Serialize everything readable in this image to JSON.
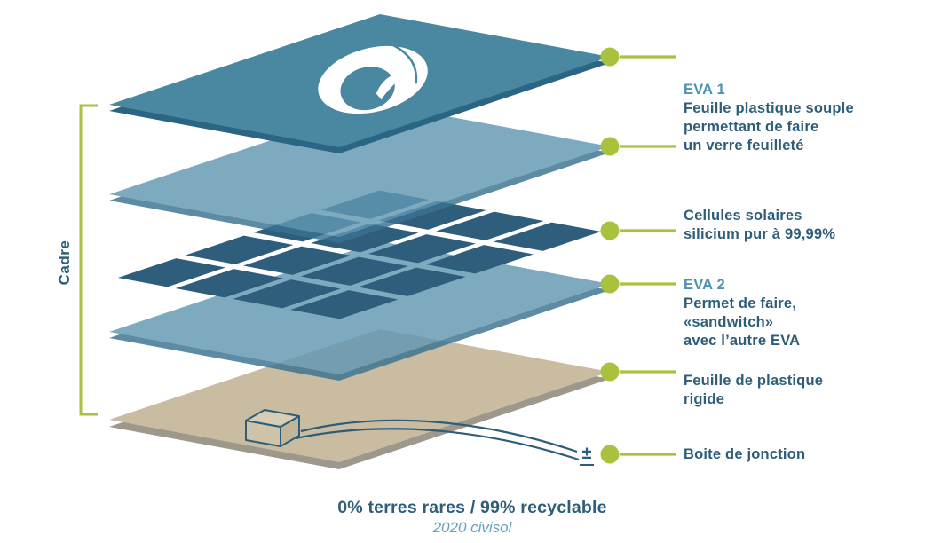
{
  "page": {
    "background": "#ffffff"
  },
  "colors": {
    "accent_green": "#a9c23d",
    "navy_text": "#2e5d7a",
    "heading_blue": "#4e93b0",
    "caption_blue": "#68a1bd",
    "top_sheet_face": "#4a87a0",
    "top_sheet_edge": "#2b6584",
    "eva_face": "#6298b3",
    "eva_edge": "#3a7291",
    "cell_color": "#2f5e7d",
    "back_sheet_face": "#c9bca1",
    "back_sheet_edge": "#9e988c",
    "wire_color": "#2e5d7a",
    "logo_color": "#ffffff"
  },
  "frame_label": "Cadre",
  "polarity_symbol": "±",
  "callouts": [
    {
      "id": "top-sheet",
      "heading": "",
      "lines": []
    },
    {
      "id": "eva1",
      "heading": "EVA 1",
      "lines": [
        "Feuille plastique souple",
        "permettant de faire",
        "un verre feuilleté"
      ]
    },
    {
      "id": "cells",
      "heading": "",
      "lines": [
        "Cellules solaires",
        "silicium pur à 99,99%"
      ]
    },
    {
      "id": "eva2",
      "heading": "EVA 2",
      "lines": [
        "Permet de faire,",
        "«sandwitch»",
        "avec l’autre EVA"
      ]
    },
    {
      "id": "back-sheet",
      "heading": "",
      "lines": [
        "Feuille de plastique",
        "rigide"
      ]
    },
    {
      "id": "junction-box",
      "heading": "",
      "lines": [
        "Boite de jonction"
      ]
    }
  ],
  "footer": {
    "line1": "0% terres rares / 99% recyclable",
    "line2": "2020 civisol"
  }
}
